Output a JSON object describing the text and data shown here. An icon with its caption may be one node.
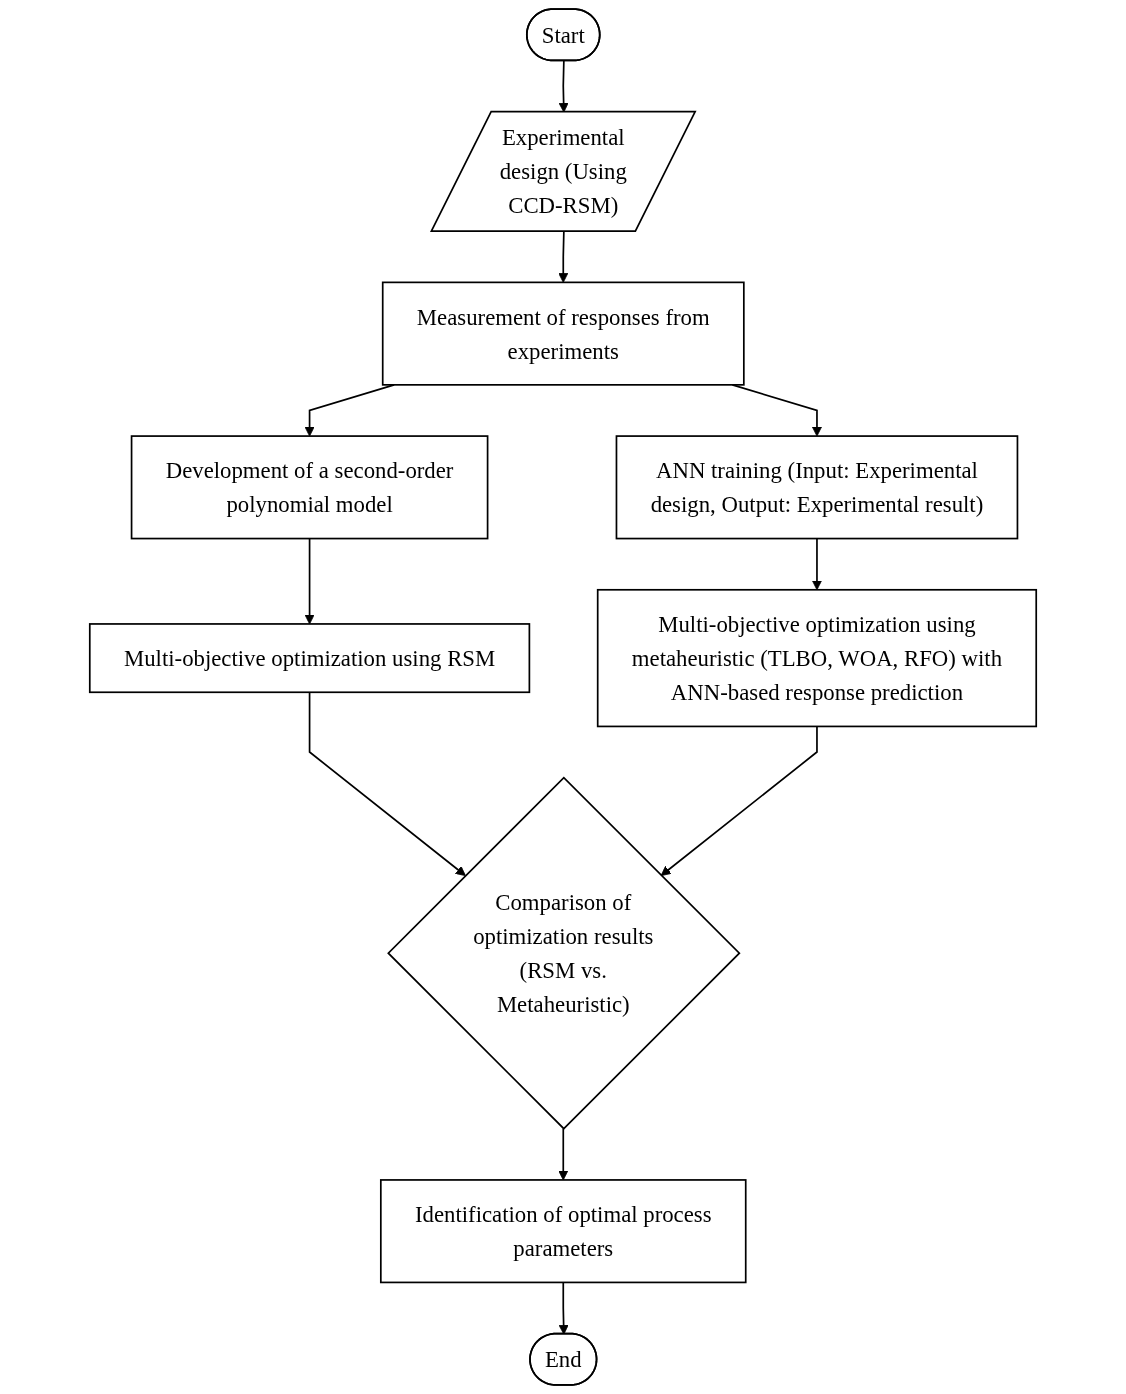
{
  "diagram": {
    "nodes": [
      {
        "text": [
          "Start"
        ]
      },
      {
        "text": [
          "Experimental design (Using CCD-RSM)"
        ]
      },
      {
        "text": [
          "Measurement of responses from experiments"
        ]
      },
      {
        "text": [
          "Development of a second-order polynomial model"
        ]
      },
      {
        "text": [
          "ANN training (Input: Experimental design, Output: Experimental result)"
        ]
      },
      {
        "text": [
          "Multi-objective optimization using RSM"
        ]
      },
      {
        "text": [
          "Multi-objective optimization using metaheuristic (TLBO, WOA, RFO) with ANN-based response prediction"
        ]
      },
      {
        "text": [
          "Comparison of optimization results (RSM vs. Metaheuristic)"
        ]
      },
      {
        "text": [
          "Identification of optimal process parameters"
        ]
      },
      {
        "text": [
          "End"
        ]
      }
    ],
    "edges": [
      {
        "from": 0,
        "to": 1,
        "arrow": "to"
      },
      {
        "from": 1,
        "to": 2,
        "arrow": "to"
      },
      {
        "from": 2,
        "to": 3,
        "arrow": "to"
      },
      {
        "from": 2,
        "to": 4,
        "arrow": "to"
      },
      {
        "from": 3,
        "to": 5,
        "arrow": "to"
      },
      {
        "from": 4,
        "to": 6,
        "arrow": "to"
      },
      {
        "from": 5,
        "to": 7,
        "arrow": "to"
      },
      {
        "from": 6,
        "to": 7,
        "arrow": "to"
      },
      {
        "from": 7,
        "to": 8,
        "arrow": "to"
      },
      {
        "from": 8,
        "to": 9,
        "arrow": "to"
      }
    ]
  }
}
